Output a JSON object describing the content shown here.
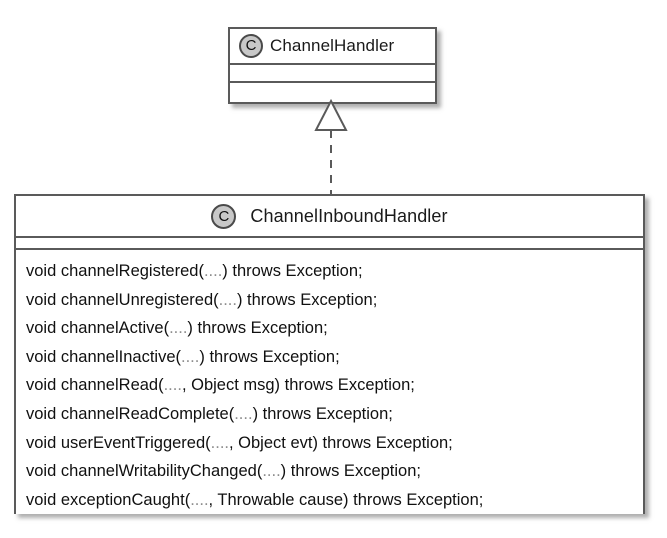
{
  "diagram": {
    "type": "uml-class-diagram",
    "title": "ChannelInboundHandler realization of ChannelHandler",
    "background_color": "#ffffff",
    "line_color": "#5a5a5a",
    "icon_fill_color": "#c8c8c8",
    "text_color": "#101010",
    "arg_ellipsis_color": "#8d8d8d"
  },
  "classes": [
    {
      "id": "channelhandler",
      "stereotype_icon": "class-circle-icon",
      "stereotype_letter": "C",
      "name": "ChannelHandler",
      "attributes": [],
      "operations": []
    },
    {
      "id": "channelinboundhandler",
      "stereotype_icon": "class-circle-icon",
      "stereotype_letter": "C",
      "name": "ChannelInboundHandler",
      "attributes": [],
      "operations": [
        {
          "prefix": "void channelRegistered(",
          "args": "....",
          "suffix": ") throws Exception;"
        },
        {
          "prefix": "void channelUnregistered(",
          "args": "....",
          "suffix": ") throws Exception;"
        },
        {
          "prefix": "void channelActive(",
          "args": "....",
          "suffix": ") throws Exception;"
        },
        {
          "prefix": "void channelInactive(",
          "args": "....",
          "suffix": ") throws Exception;"
        },
        {
          "prefix": "void channelRead(",
          "args": "....",
          "suffix": ", Object msg) throws Exception;"
        },
        {
          "prefix": "void channelReadComplete(",
          "args": "....",
          "suffix": ") throws Exception;"
        },
        {
          "prefix": "void userEventTriggered(",
          "args": "....",
          "suffix": ", Object evt) throws Exception;"
        },
        {
          "prefix": "void channelWritabilityChanged(",
          "args": "....",
          "suffix": ") throws Exception;"
        },
        {
          "prefix": "void exceptionCaught(",
          "args": "....",
          "suffix": ", Throwable cause) throws Exception;"
        }
      ]
    }
  ],
  "relationships": [
    {
      "id": "realization",
      "kind": "realization",
      "line_style": "dashed",
      "arrow_head": "hollow-triangle",
      "from": "ChannelInboundHandler",
      "to": "ChannelHandler",
      "label": ""
    }
  ]
}
